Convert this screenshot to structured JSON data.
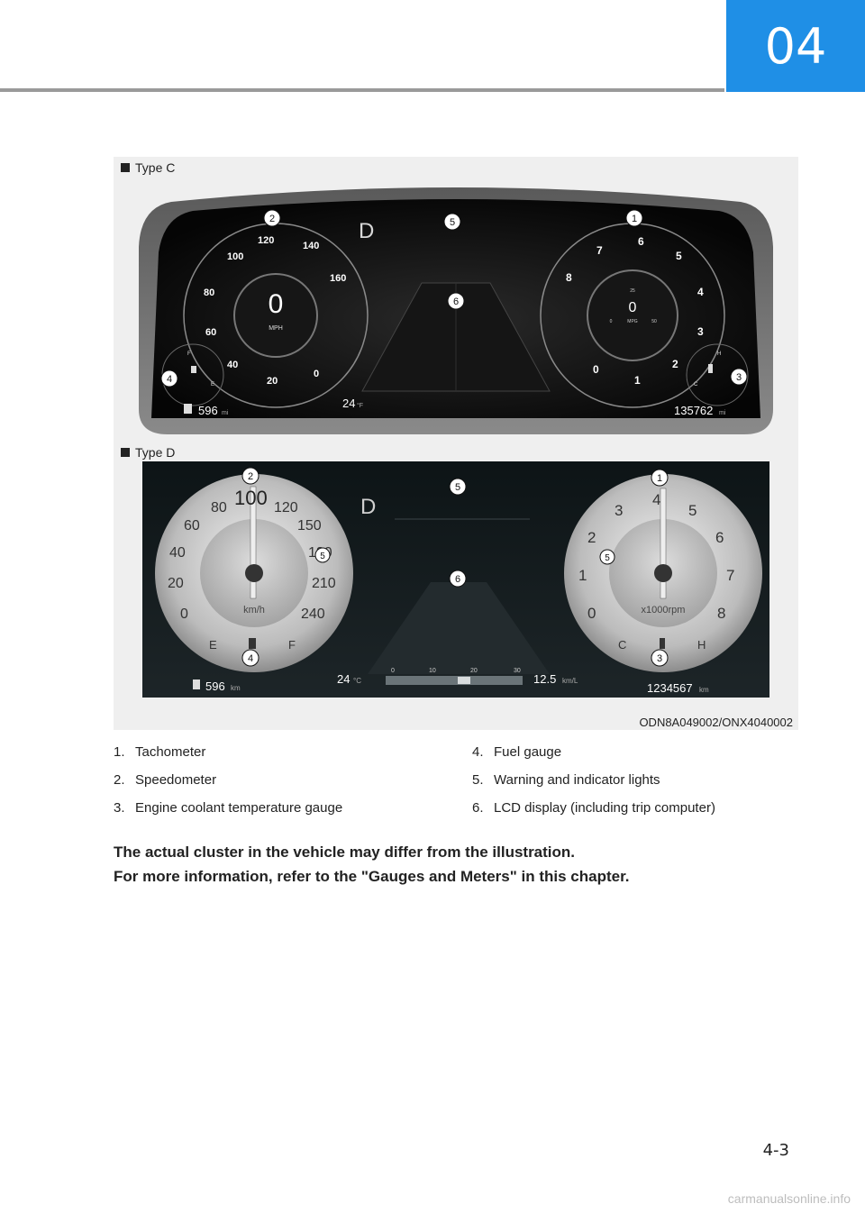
{
  "chapter": "04",
  "page_number": "4-3",
  "figure": {
    "type_c_label": "Type C",
    "type_d_label": "Type D",
    "code": "ODN8A049002/ONX4040002",
    "type_c": {
      "gear": "D",
      "speed_value": "0",
      "speed_unit": "MPH",
      "speed_ticks": [
        "0",
        "20",
        "40",
        "60",
        "80",
        "100",
        "120",
        "140",
        "160"
      ],
      "tach_ticks": [
        "0",
        "1",
        "2",
        "3",
        "4",
        "5",
        "6",
        "7",
        "8"
      ],
      "mpg_value": "0",
      "mpg_unit": "MPG",
      "mpg_ticks": [
        "0",
        "25",
        "50"
      ],
      "range_value": "596",
      "range_unit": "mi",
      "temp_value": "24",
      "temp_unit": "°F",
      "odo_value": "135762",
      "odo_unit": "mi",
      "fuel_f": "F",
      "fuel_e": "E",
      "temp_h": "H",
      "temp_c": "C"
    },
    "type_d": {
      "gear": "D",
      "speed_unit": "km/h",
      "speed_ticks": [
        "0",
        "20",
        "40",
        "60",
        "80",
        "100",
        "120",
        "150",
        "180",
        "210",
        "240"
      ],
      "tach_ticks": [
        "0",
        "1",
        "2",
        "3",
        "4",
        "5",
        "6",
        "7",
        "8"
      ],
      "tach_unit": "x1000rpm",
      "fuel_e": "E",
      "fuel_f": "F",
      "temp_c": "C",
      "temp_h": "H",
      "range_value": "596",
      "range_unit": "km",
      "temp_value": "24",
      "temp_unit": "°C",
      "bar_ticks": [
        "0",
        "10",
        "20",
        "30"
      ],
      "economy_value": "12.5",
      "economy_unit": "km/L",
      "odo_value": "1234567",
      "odo_unit": "km"
    },
    "callouts": [
      "1",
      "2",
      "3",
      "4",
      "5",
      "6"
    ]
  },
  "legend": [
    {
      "num": "1.",
      "text": "Tachometer"
    },
    {
      "num": "2.",
      "text": "Speedometer"
    },
    {
      "num": "3.",
      "text": "Engine coolant temperature gauge"
    },
    {
      "num": "4.",
      "text": "Fuel gauge"
    },
    {
      "num": "5.",
      "text": "Warning and indicator lights"
    },
    {
      "num": "6.",
      "text": "LCD display (including trip computer)"
    }
  ],
  "note_lines": [
    "The actual cluster in the vehicle may differ from the illustration.",
    "For more information, refer to the \"Gauges and Meters\" in this chapter."
  ],
  "watermark": "carmanualsonline.info",
  "colors": {
    "accent": "#1f8fe6",
    "rule": "#9a9a9a",
    "figure_bg": "#efefef"
  }
}
